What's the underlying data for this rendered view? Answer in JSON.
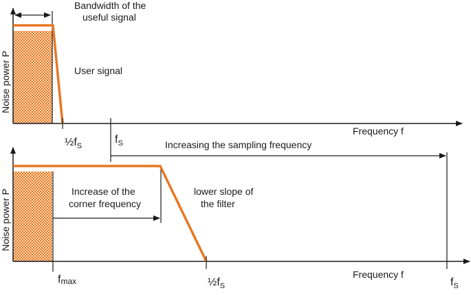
{
  "colors": {
    "signal": "#e87722",
    "checker_light": "#fbd9b8",
    "checker_dark": "#e87722",
    "line": "#1a1a1a"
  },
  "top_panel": {
    "y_axis_label": "Noise power P",
    "x_axis_label": "Frequency f",
    "bandwidth_label_line1": "Bandwidth of the",
    "bandwidth_label_line2": "useful signal",
    "user_signal_label": "User signal",
    "half_fs_prefix": "½f",
    "half_fs_sub": "S",
    "fs_prefix": "f",
    "fs_sub": "S"
  },
  "bottom_panel": {
    "y_axis_label": "Noise power P",
    "x_axis_label": "Frequency f",
    "sampling_label": "Increasing the sampling frequency",
    "corner_label_line1": "Increase of the",
    "corner_label_line2": "corner frequency",
    "slope_label_line1": "lower slope of",
    "slope_label_line2": "the filter",
    "fmax_prefix": "f",
    "fmax_sub": "max",
    "half_fs_prefix": "½f",
    "half_fs_sub": "S",
    "fs_prefix": "f",
    "fs_sub": "S"
  }
}
